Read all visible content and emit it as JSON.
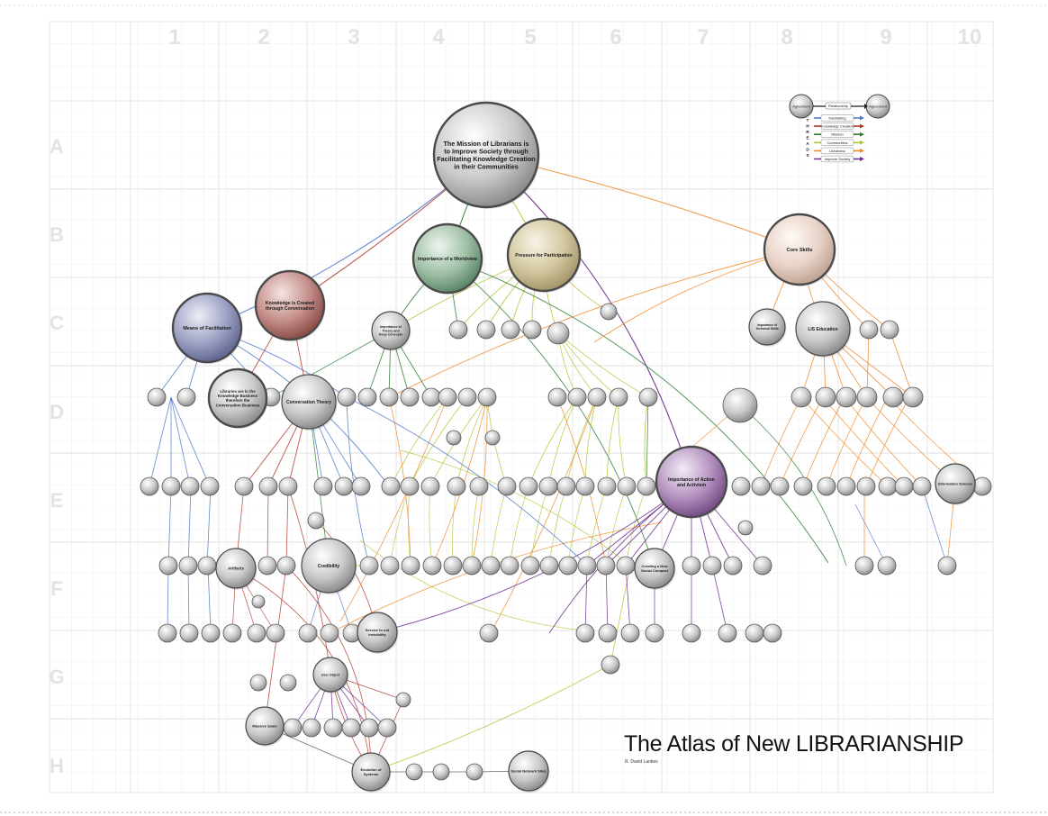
{
  "columns": [
    "1",
    "2",
    "3",
    "4",
    "5",
    "6",
    "7",
    "8",
    "9",
    "10"
  ],
  "rows": [
    "A",
    "B",
    "C",
    "D",
    "E",
    "F",
    "G",
    "H"
  ],
  "title": "The Atlas of New LIBRARIANSHIP",
  "author": "R. David Lankes",
  "colors": {
    "facilitating": "#4a74c4",
    "knowledge_creation": "#b03a2e",
    "mission": "#2e7d32",
    "communities": "#b5c335",
    "librarians": "#f08c2e",
    "improve_society": "#6b2a8c",
    "relationship": "#222222"
  },
  "legend": {
    "relationship": "Relationship",
    "threads_word": "THREADS",
    "nodes": [
      "Agreement",
      "Agreement"
    ],
    "items": [
      {
        "label": "Facilitating",
        "color": "#4a74c4"
      },
      {
        "label": "Knowledge Creation",
        "color": "#b03a2e"
      },
      {
        "label": "Mission",
        "color": "#2e7d32"
      },
      {
        "label": "Communities",
        "color": "#b5c335"
      },
      {
        "label": "Librarians",
        "color": "#f08c2e"
      },
      {
        "label": "Improve Society",
        "color": "#6b2a8c"
      }
    ]
  },
  "nodes": [
    {
      "id": "mission",
      "lines": [
        "The Mission of Librarians is",
        "to Improve Society through",
        "Facilitating Knowledge Creation",
        "in their Communities"
      ],
      "tint": "#b8b8b8"
    },
    {
      "id": "worldview",
      "lines": [
        "Importance of a Worldview"
      ],
      "tint": "#5f8f6a"
    },
    {
      "id": "pressure",
      "lines": [
        "Pressure for Participation"
      ],
      "tint": "#b6aa78"
    },
    {
      "id": "core",
      "lines": [
        "Core Skills"
      ],
      "tint": "#d8b8a8"
    },
    {
      "id": "knowledge",
      "lines": [
        "Knowledge is Created",
        "through Conversation"
      ],
      "tint": "#a85a55"
    },
    {
      "id": "facilitation",
      "lines": [
        "Means of Facilitation"
      ],
      "tint": "#7a7fa8"
    },
    {
      "id": "theory",
      "lines": [
        "Importance of",
        "Theory and",
        "Deep Concepts"
      ],
      "tint": "#a8a8a8"
    },
    {
      "id": "libbiz",
      "lines": [
        "Libraries are in the",
        "Knowledge Business",
        "therefore the",
        "Conversation Business"
      ],
      "tint": "#a8a8a8"
    },
    {
      "id": "convtheory",
      "lines": [
        "Conversation Theory"
      ],
      "tint": "#a8a8a8"
    },
    {
      "id": "techskills",
      "lines": [
        "Importance of",
        "Technical Skills"
      ],
      "tint": "#a8a8a8"
    },
    {
      "id": "lised",
      "lines": [
        "LIS Education"
      ],
      "tint": "#a8a8a8"
    },
    {
      "id": "activism",
      "lines": [
        "Importance of Action",
        "and Activism"
      ],
      "tint": "#8a5a98"
    },
    {
      "id": "infosci",
      "lines": [
        "Information Science"
      ],
      "tint": "#a8a8a8"
    },
    {
      "id": "artifacts",
      "lines": [
        "Artifacts"
      ],
      "tint": "#a8a8a8"
    },
    {
      "id": "credibility",
      "lines": [
        "Credibility"
      ],
      "tint": "#a8a8a8"
    },
    {
      "id": "socialcompact",
      "lines": [
        "Creating a New",
        "Social Compact"
      ],
      "tint": "#a8a8a8"
    },
    {
      "id": "service",
      "lines": [
        "Service to not",
        "Invisibility"
      ],
      "tint": "#a8a8a8"
    },
    {
      "id": "massivescale",
      "lines": [
        "Massive Scale"
      ],
      "tint": "#a8a8a8"
    },
    {
      "id": "evolution",
      "lines": [
        "Evolution of",
        "Systems"
      ],
      "tint": "#a8a8a8"
    },
    {
      "id": "socialnet",
      "lines": [
        "Social Network Sites"
      ],
      "tint": "#a8a8a8"
    },
    {
      "id": "userobject",
      "lines": [
        "User Object"
      ],
      "tint": "#a8a8a8"
    }
  ]
}
